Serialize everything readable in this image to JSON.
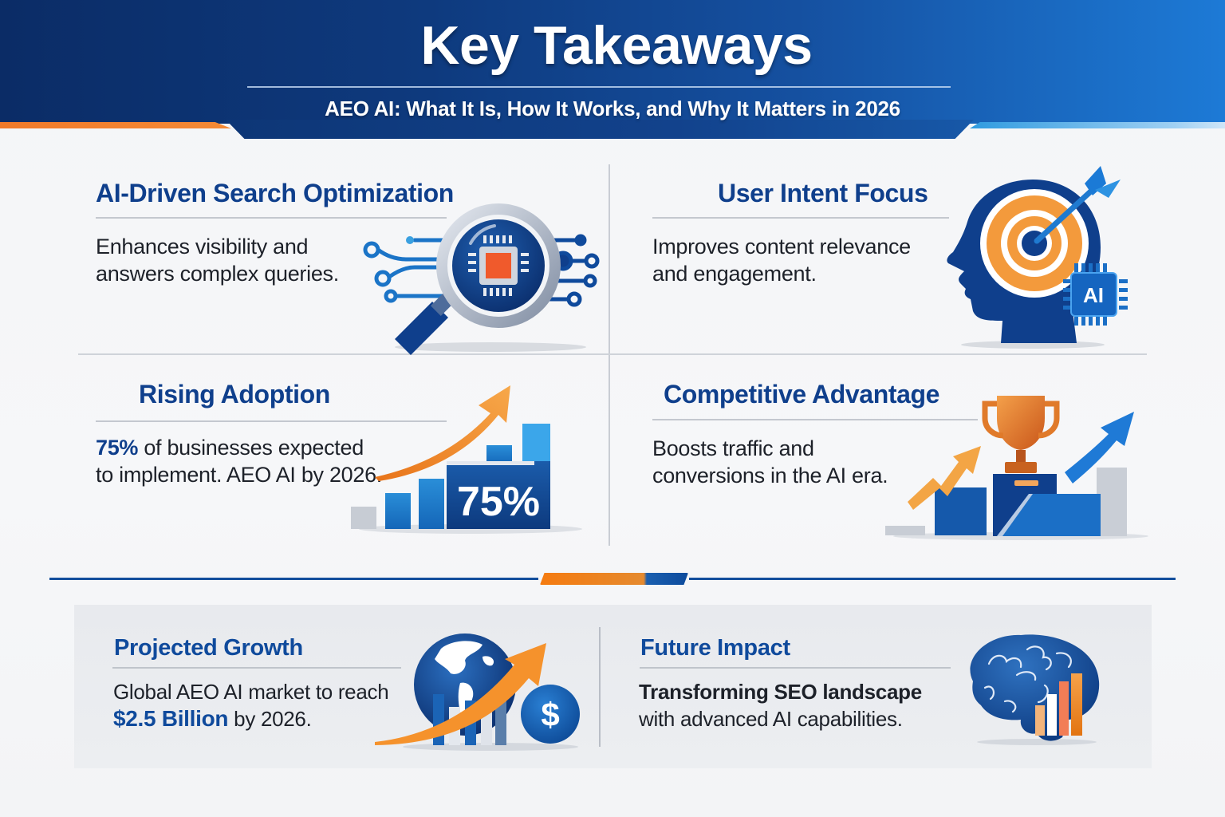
{
  "header": {
    "title": "Key Takeaways",
    "subtitle": "AEO AI: What It Is, How It Works, and Why It Matters in 2026"
  },
  "colors": {
    "header_dark": "#0b2c66",
    "header_light": "#1d7ad6",
    "accent_orange": "#f07a2a",
    "title_blue": "#0f3f8c",
    "body_text": "#1d2129",
    "background": "#f4f5f7",
    "panel_bg": "#e9ebee"
  },
  "cards": [
    {
      "title": "AI-Driven Search Optimization",
      "body_line1": "Enhances visibility and",
      "body_line2": "answers complex queries.",
      "icon": "magnifier-chip-icon"
    },
    {
      "title": "User Intent Focus",
      "body_line1": "Improves content relevance",
      "body_line2": "and engagement.",
      "icon": "head-target-ai-icon",
      "chip_label": "AI"
    },
    {
      "title": "Rising Adoption",
      "highlight": "75%",
      "body_line1_rest": " of businesses expected",
      "body_line2": "to implement. AEO AI by 2026.",
      "icon": "bar-chart-arrow-icon",
      "badge": "75%"
    },
    {
      "title": "Competitive Advantage",
      "body_line1": "Boosts traffic and",
      "body_line2": "conversions in the AI era.",
      "icon": "trophy-podium-icon"
    }
  ],
  "bottom": [
    {
      "title": "Projected Growth",
      "body_line1": "Global AEO AI market to reach",
      "highlight": "$2.5 Billion",
      "body_line2_rest": " by 2026.",
      "icon": "globe-dollar-growth-icon",
      "coin_label": "$"
    },
    {
      "title": "Future Impact",
      "body_line1": "Transforming SEO landscape",
      "body_line2": "with advanced AI capabilities.",
      "icon": "brain-chart-icon"
    }
  ]
}
